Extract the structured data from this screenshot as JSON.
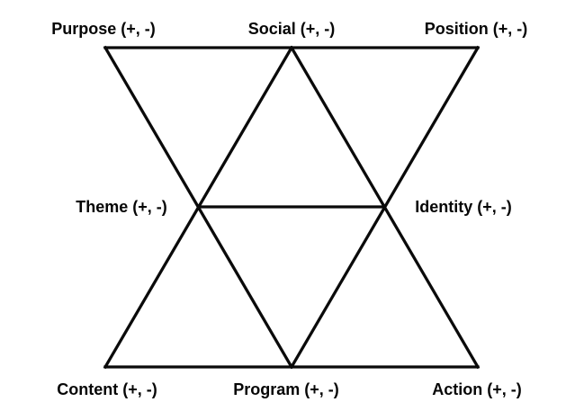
{
  "diagram": {
    "type": "triangle-tessellation",
    "background_color": "#ffffff",
    "line_color": "#0a0a0a",
    "nodes": [
      {
        "id": "purpose",
        "label": "Purpose (+, -)",
        "position": "top-left"
      },
      {
        "id": "social",
        "label": "Social (+, -)",
        "position": "top-center"
      },
      {
        "id": "position",
        "label": "Position (+, -)",
        "position": "top-right"
      },
      {
        "id": "theme",
        "label": "Theme (+, -)",
        "position": "middle-left"
      },
      {
        "id": "identity",
        "label": "Identity (+, -)",
        "position": "middle-right"
      },
      {
        "id": "content",
        "label": "Content (+, -)",
        "position": "bottom-left"
      },
      {
        "id": "program",
        "label": "Program (+, -)",
        "position": "bottom-center"
      },
      {
        "id": "action",
        "label": "Action (+, -)",
        "position": "bottom-right"
      }
    ],
    "edges": [
      {
        "id": "edge-top",
        "from": "purpose-corner",
        "to": "position-corner"
      },
      {
        "id": "edge-bottom",
        "from": "content-corner",
        "to": "action-corner"
      },
      {
        "id": "edge-middle",
        "from": "theme-vertex",
        "to": "identity-vertex"
      },
      {
        "id": "edge-topleft-program",
        "from": "purpose-corner",
        "to": "program-vertex"
      },
      {
        "id": "edge-social-bottomleft",
        "from": "social-apex",
        "to": "content-corner"
      },
      {
        "id": "edge-social-bottomright",
        "from": "social-apex",
        "to": "action-corner"
      },
      {
        "id": "edge-topright-program",
        "from": "position-corner",
        "to": "program-vertex"
      }
    ]
  }
}
